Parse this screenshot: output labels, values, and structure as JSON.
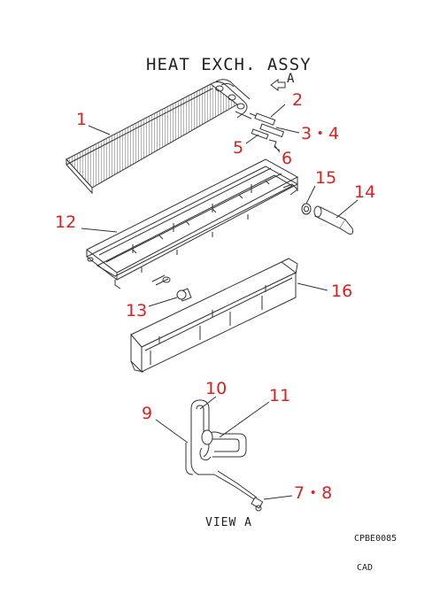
{
  "title": "HEAT EXCH. ASSY",
  "view_arrow_label": "A",
  "view_caption": "VIEW A",
  "drawing_code": "CPBE0085",
  "cad_mark": "CAD",
  "colors": {
    "callout": "#e0201f",
    "linework": "#333333"
  },
  "callouts": {
    "c1": "1",
    "c2": "2",
    "c34": "3・4",
    "c5": "5",
    "c6": "6",
    "c15": "15",
    "c14": "14",
    "c12": "12",
    "c13": "13",
    "c16": "16",
    "c10": "10",
    "c11": "11",
    "c9": "9",
    "c78": "7・8"
  }
}
